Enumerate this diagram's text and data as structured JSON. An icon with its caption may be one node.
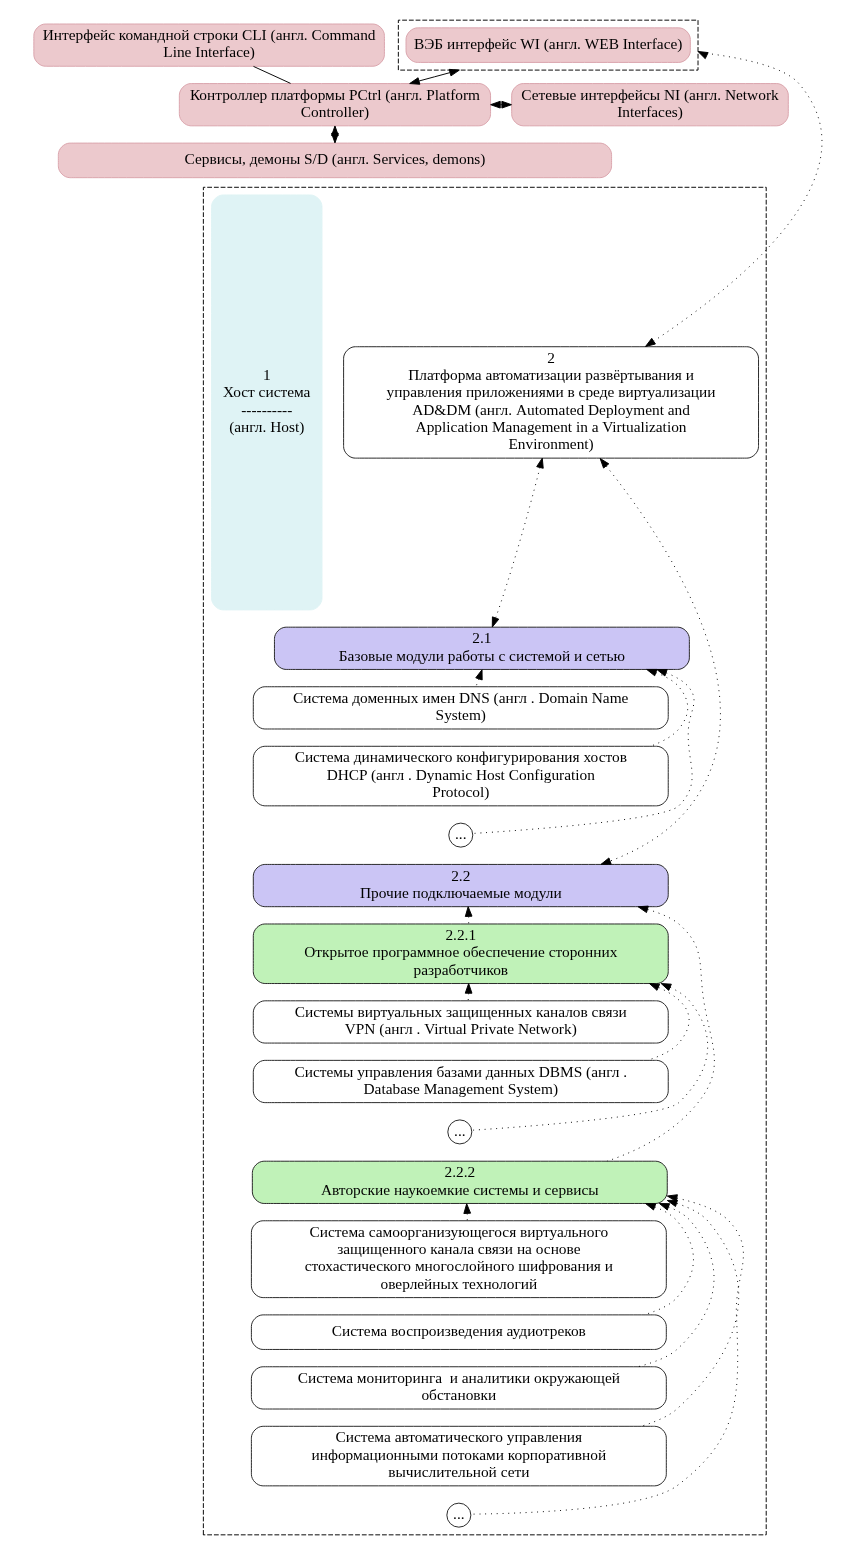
{
  "diagram": {
    "nodes": [
      {
        "text": [
          "Интерфейс командной строки CLI (англ. Command Line Interface)"
        ]
      },
      {
        "text": [],
        "shape": "box"
      },
      {
        "text": [
          "ВЭБ интерфейс WI (англ. WEB Interface)"
        ],
        "in": 1
      },
      {
        "text": [
          "Контроллер платформы PCtrl (англ. Platform Controller)"
        ]
      },
      {
        "text": [
          "Сетевые интерфейсы NI (англ. Network Interfaces)"
        ]
      },
      {
        "text": [
          "Сервисы, демоны S/D (англ. Services, demons)"
        ]
      },
      {
        "text": [],
        "shape": "box"
      },
      {
        "text": [
          "1",
          "Хост система",
          "----------",
          "(англ. Host)"
        ],
        "in": 6
      },
      {
        "text": [
          "2",
          "Платформа автоматизации развёртывания и управления приложениями в среде виртуализации AD&DM (англ. Automated Deployment and Application Management in a Virtualization Environment)"
        ],
        "in": 6
      },
      {
        "text": [
          "2.1",
          "Базовые модули работы с системой и сетью"
        ],
        "in": 6
      },
      {
        "text": [
          "Система доменных имен DNS (англ . Domain Name System)"
        ],
        "in": 6
      },
      {
        "text": [
          "Система динамического конфигурирования хостов DHCP (англ . Dynamic Host Configuration Protocol)"
        ],
        "in": 6
      },
      {
        "text": [
          "..."
        ],
        "in": 6
      },
      {
        "text": [
          "2.2",
          "Прочие подключаемые модули"
        ],
        "in": 6
      },
      {
        "text": [
          "2.2.1",
          "Открытое программное обеспечение сторонних разработчиков"
        ],
        "in": 6
      },
      {
        "text": [
          "Системы виртуальных защищенных каналов связи VPN (англ . Virtual Private Network)"
        ],
        "in": 6
      },
      {
        "text": [
          "Системы управления базами данных DBMS (англ . Database Management System)"
        ],
        "in": 6
      },
      {
        "text": [
          "..."
        ],
        "in": 6
      },
      {
        "text": [
          "2.2.2",
          "Авторские наукоемкие системы и сервисы"
        ],
        "in": 6
      },
      {
        "text": [
          "Система самоорганизующегося виртуального защищенного канала связи на основе стохастического многослойного шифрования и оверлейных технологий"
        ],
        "in": 6
      },
      {
        "text": [
          "Система воспроизведения аудиотреков"
        ],
        "in": 6
      },
      {
        "text": [
          "Система мониторинга  и аналитики окружающей обстановки"
        ],
        "in": 6
      },
      {
        "text": [
          "Система автоматического управления информационными потоками корпоративной вычислительной сети"
        ],
        "in": 6
      },
      {
        "text": [
          "..."
        ],
        "in": 6
      }
    ],
    "edges": [
      {
        "from": 0,
        "to": 3,
        "arrow": "none"
      },
      {
        "from": 3,
        "to": 1,
        "arrow": "both"
      },
      {
        "from": 3,
        "to": 4,
        "arrow": "both"
      },
      {
        "from": 3,
        "to": 5,
        "arrow": "both"
      },
      {
        "from": 1,
        "to": 8,
        "arrow": "both",
        "style": "dashed"
      },
      {
        "from": 9,
        "to": 8,
        "arrow": "both",
        "style": "dashed"
      },
      {
        "from": 13,
        "to": 8,
        "arrow": "both",
        "style": "dashed"
      },
      {
        "from": 10,
        "to": 9,
        "arrow": "to",
        "style": "dashed"
      },
      {
        "from": 11,
        "to": 9,
        "arrow": "to",
        "style": "dashed"
      },
      {
        "from": 12,
        "to": 9,
        "arrow": "to",
        "style": "dashed"
      },
      {
        "from": 14,
        "to": 13,
        "arrow": "to",
        "style": "dashed"
      },
      {
        "from": 18,
        "to": 13,
        "arrow": "to",
        "style": "dashed"
      },
      {
        "from": 15,
        "to": 14,
        "arrow": "to",
        "style": "dashed"
      },
      {
        "from": 16,
        "to": 14,
        "arrow": "to",
        "style": "dashed"
      },
      {
        "from": 17,
        "to": 14,
        "arrow": "to",
        "style": "dashed"
      },
      {
        "from": 19,
        "to": 18,
        "arrow": "to",
        "style": "dashed"
      },
      {
        "from": 20,
        "to": 18,
        "arrow": "to",
        "style": "dashed"
      },
      {
        "from": 21,
        "to": 18,
        "arrow": "to",
        "style": "dashed"
      },
      {
        "from": 22,
        "to": 18,
        "arrow": "to",
        "style": "dashed"
      },
      {
        "from": 23,
        "to": 18,
        "arrow": "to",
        "style": "dashed"
      }
    ]
  }
}
